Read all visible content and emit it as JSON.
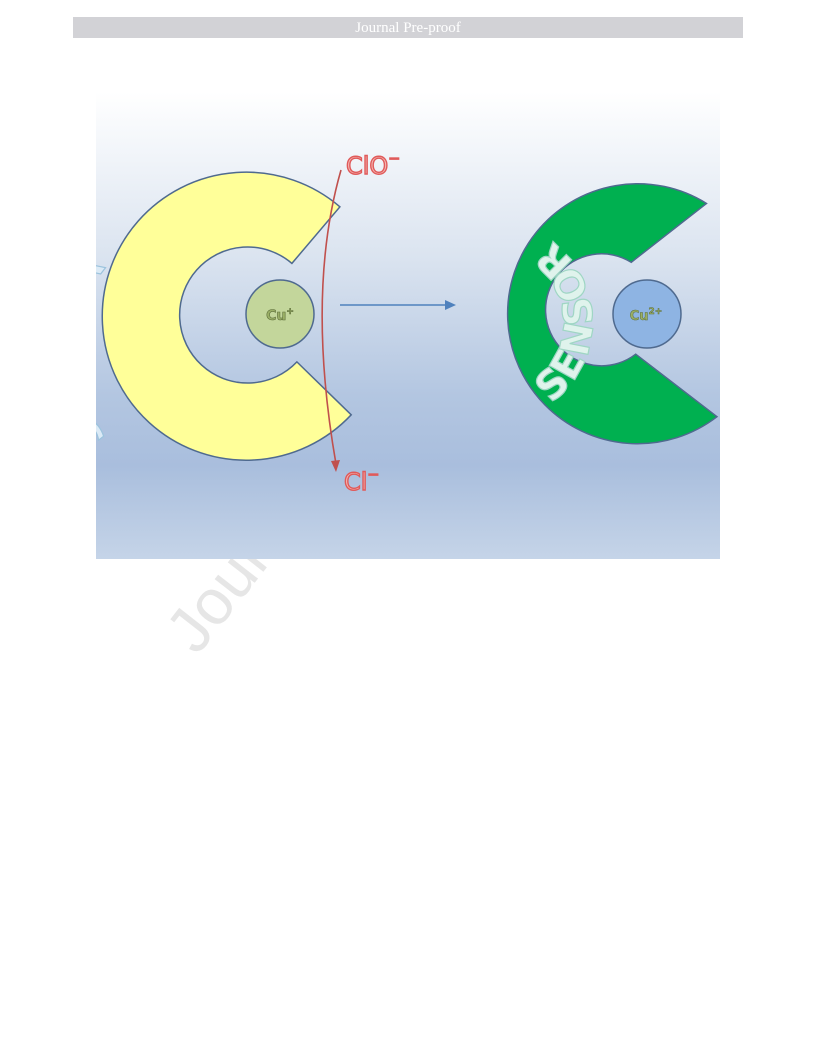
{
  "header": {
    "title": "Journal Pre-proof"
  },
  "watermark": {
    "text": "Journal"
  },
  "figure": {
    "sensor_label": "SENSOR",
    "left": {
      "ion": "Cu",
      "charge": "+",
      "fill": "#ffff99",
      "ion_fill": "#c3d69b"
    },
    "right": {
      "ion": "Cu",
      "charge": "2+",
      "fill": "#00b050",
      "ion_fill": "#8eb4e3"
    },
    "reagent_in": {
      "species": "ClO",
      "charge": "−"
    },
    "reagent_out": {
      "species": "Cl",
      "charge": "−"
    },
    "colors": {
      "reagent": "#e05a5a",
      "arrow": "#4f81bd",
      "outline": "#4f6a8f"
    }
  }
}
